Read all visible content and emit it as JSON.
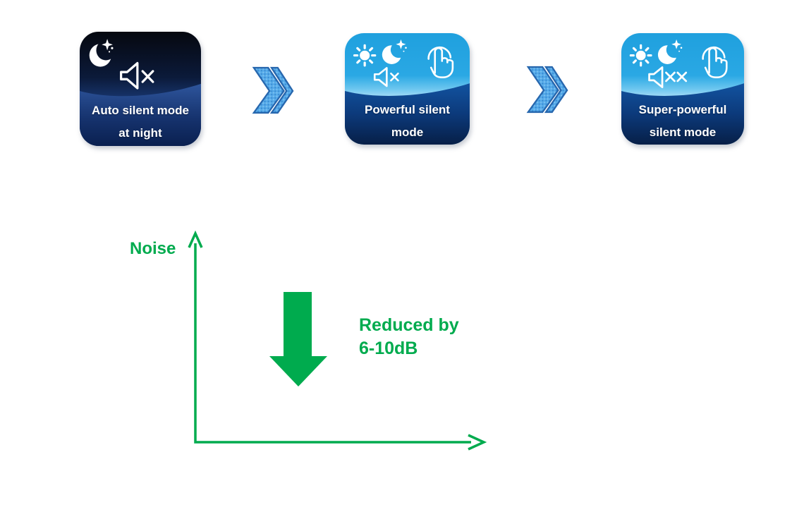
{
  "badges": [
    {
      "id": "auto-silent-mode",
      "label": "Auto silent mode\nat night"
    },
    {
      "id": "powerful-silent-mode",
      "label": "Powerful silent\nmode"
    },
    {
      "id": "super-powerful-silent-mode",
      "label": "Super-powerful\nsilent mode"
    }
  ],
  "diagram": {
    "axis_label": "Noise",
    "annotation": "Reduced by\n6-10dB",
    "accent_color": "#00AB4E"
  },
  "colors": {
    "day_badge_blue": "#29A7E3",
    "night_badge_black": "#06080F",
    "band_navy": "#0B3A7B",
    "chevron_blue": "#55AAE9",
    "chevron_outline": "#2767AE",
    "green": "#00AB4E"
  }
}
